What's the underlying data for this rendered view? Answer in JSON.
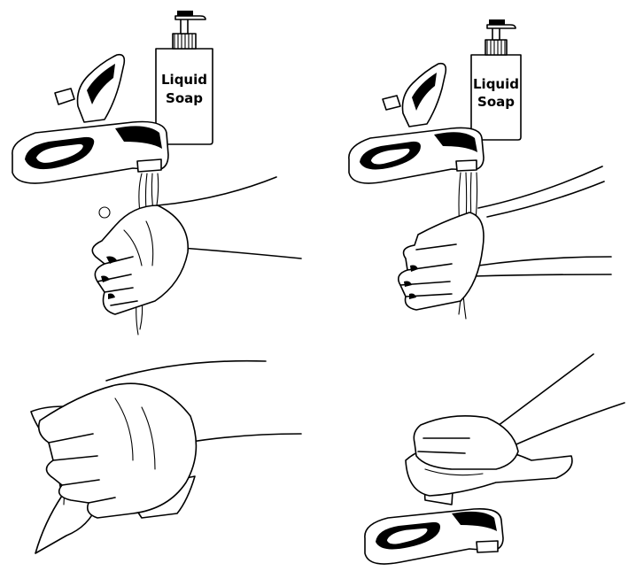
{
  "steps": [
    {
      "bottle": {
        "line1": "Liquid",
        "line2": "Soap"
      }
    },
    {
      "bottle": {
        "line1": "Liquid",
        "line2": "Soap"
      }
    },
    {},
    {}
  ],
  "icons": {
    "step1": "soap-and-wash-hands-icon",
    "step2": "rinse-hands-icon",
    "step3": "dry-hands-with-towel-icon",
    "step4": "turn-off-faucet-with-towel-icon"
  }
}
